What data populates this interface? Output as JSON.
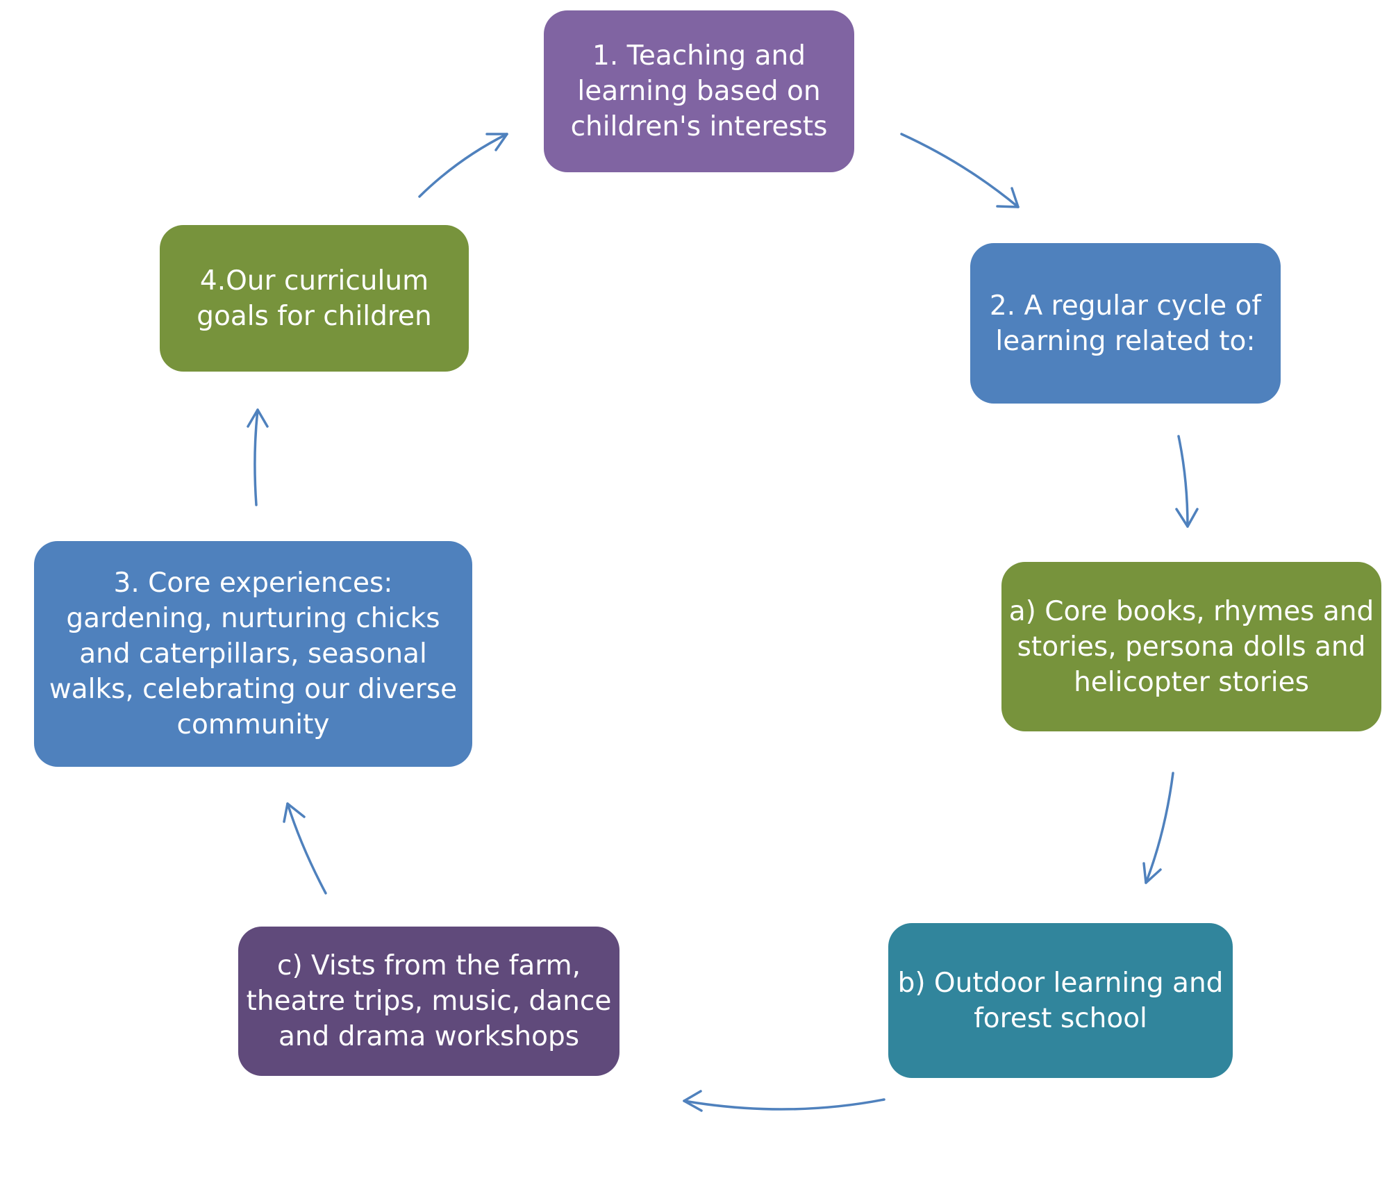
{
  "colors": {
    "purple": "#8064a2",
    "blue": "#4f81bd",
    "green": "#77933c",
    "teal": "#31859c",
    "dark_purple": "#604a7b",
    "arrow": "#4f81bd"
  },
  "nodes": {
    "step1": "1. Teaching and\nlearning based on\nchildren's interests",
    "step2": "2. A regular cycle of\nlearning related to:",
    "a": "a) Core books, rhymes and\nstories,  persona dolls and\nhelicopter stories",
    "b": "b) Outdoor learning and\nforest school",
    "c": "c) Vists from the farm,\ntheatre trips, music, dance\nand drama workshops",
    "step3": "3. Core experiences:\ngardening, nurturing chicks\nand caterpillars, seasonal\nwalks, celebrating our diverse\ncommunity",
    "step4": "4.Our curriculum\ngoals for children"
  },
  "arrows": [
    {
      "from": "step1",
      "to": "step2"
    },
    {
      "from": "step2",
      "to": "a"
    },
    {
      "from": "a",
      "to": "b"
    },
    {
      "from": "b",
      "to": "c"
    },
    {
      "from": "c",
      "to": "step3"
    },
    {
      "from": "step3",
      "to": "step4"
    },
    {
      "from": "step4",
      "to": "step1"
    }
  ]
}
